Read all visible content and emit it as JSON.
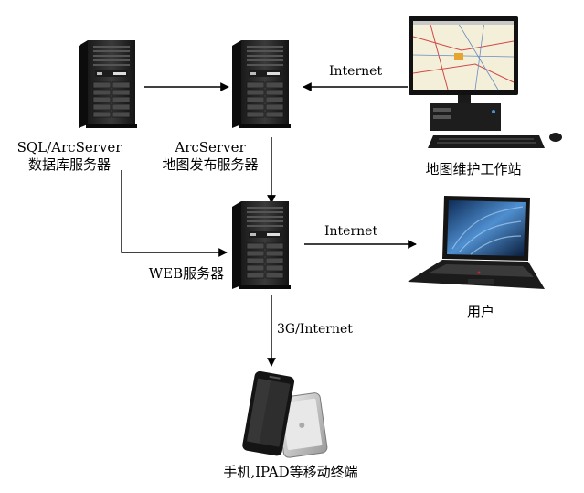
{
  "nodes": {
    "db_server": {
      "label_line1": "SQL/ArcServer",
      "label_line2": "数据库服务器",
      "icon": "tower-server-icon"
    },
    "map_server": {
      "label_line1": "ArcServer",
      "label_line2": "地图发布服务器",
      "icon": "tower-server-icon"
    },
    "workstation": {
      "label": "地图维护工作站",
      "icon": "desktop-workstation-icon"
    },
    "web_server": {
      "label": "WEB服务器",
      "icon": "tower-server-icon"
    },
    "user": {
      "label": "用户",
      "icon": "laptop-icon"
    },
    "mobile": {
      "label": "手机,IPAD等移动终端",
      "icon": "mobile-devices-icon"
    }
  },
  "edges": {
    "workstation_to_map": {
      "label": "Internet"
    },
    "web_to_user": {
      "label": "Internet"
    },
    "web_to_mobile": {
      "label": "3G/Internet"
    }
  },
  "colors": {
    "server_body": "#2b2b2b",
    "server_dark": "#111111",
    "line": "#000000"
  }
}
